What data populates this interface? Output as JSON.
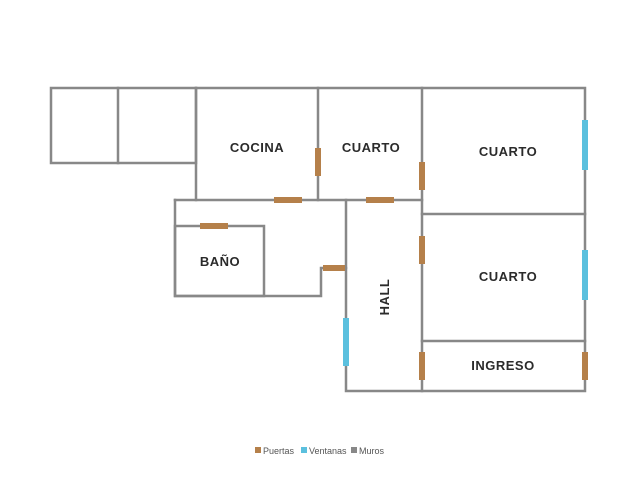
{
  "rooms": {
    "cocina": "COCINA",
    "cuarto_1": "CUARTO",
    "cuarto_2": "CUARTO",
    "cuarto_3": "CUARTO",
    "bano": "BAÑO",
    "hall": "HALL",
    "ingreso": "INGRESO"
  },
  "legend": {
    "doors": "Puertas",
    "windows": "Ventanas",
    "walls": "Muros"
  },
  "colors": {
    "door": "#B5804A",
    "window": "#5BC0DE",
    "wall": "#888888"
  }
}
